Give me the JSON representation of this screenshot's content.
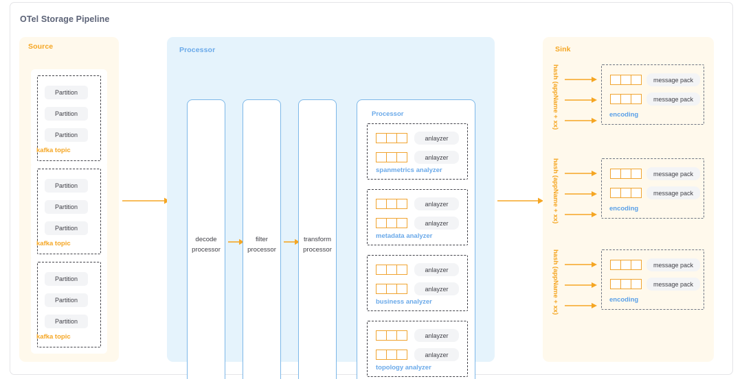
{
  "page": {
    "title": "OTel Storage Pipeline",
    "accent_orange": "#f5a623",
    "accent_blue": "#6aa9e9",
    "source_bg": "#fff9ec",
    "processor_bg": "#e5f3fc",
    "sink_bg": "#fff9ec"
  },
  "source": {
    "label": "Source",
    "partition_label": "Partition",
    "topic_label": "kafka topic",
    "topics": [
      {
        "name": "kafka topic",
        "partitions": [
          "Partition",
          "Partition",
          "Partition"
        ]
      },
      {
        "name": "kafka topic",
        "partitions": [
          "Partition",
          "Partition",
          "Partition"
        ]
      },
      {
        "name": "kafka topic",
        "partitions": [
          "Partition",
          "Partition",
          "Partition"
        ]
      }
    ]
  },
  "processor": {
    "label": "Processor",
    "stages": [
      {
        "line1": "decode",
        "line2": "processor"
      },
      {
        "line1": "filter",
        "line2": "processor"
      },
      {
        "line1": "transform",
        "line2": "processor"
      }
    ],
    "inner": {
      "label": "Processor",
      "analyzer_pill_label": "anlayzer",
      "groups": [
        {
          "name": "spanmetrics analyzer",
          "analyzers": [
            "anlayzer",
            "anlayzer"
          ]
        },
        {
          "name": "metadata analyzer",
          "analyzers": [
            "anlayzer",
            "anlayzer"
          ]
        },
        {
          "name": "business analyzer",
          "analyzers": [
            "anlayzer",
            "anlayzer"
          ]
        },
        {
          "name": "topology analyzer",
          "analyzers": [
            "anlayzer",
            "anlayzer"
          ]
        }
      ]
    }
  },
  "sink": {
    "label": "Sink",
    "hash_label": "hash (appName + xx)",
    "message_pack_label": "message pack",
    "encoding_label": "encoding",
    "groups": [
      {
        "hash": "hash (appName + xx)",
        "packs": [
          "message pack",
          "message pack"
        ],
        "encoding": "encoding"
      },
      {
        "hash": "hash (appName + xx)",
        "packs": [
          "message pack",
          "message pack"
        ],
        "encoding": "encoding"
      },
      {
        "hash": "hash (appName + xx)",
        "packs": [
          "message pack",
          "message pack"
        ],
        "encoding": "encoding"
      }
    ]
  }
}
